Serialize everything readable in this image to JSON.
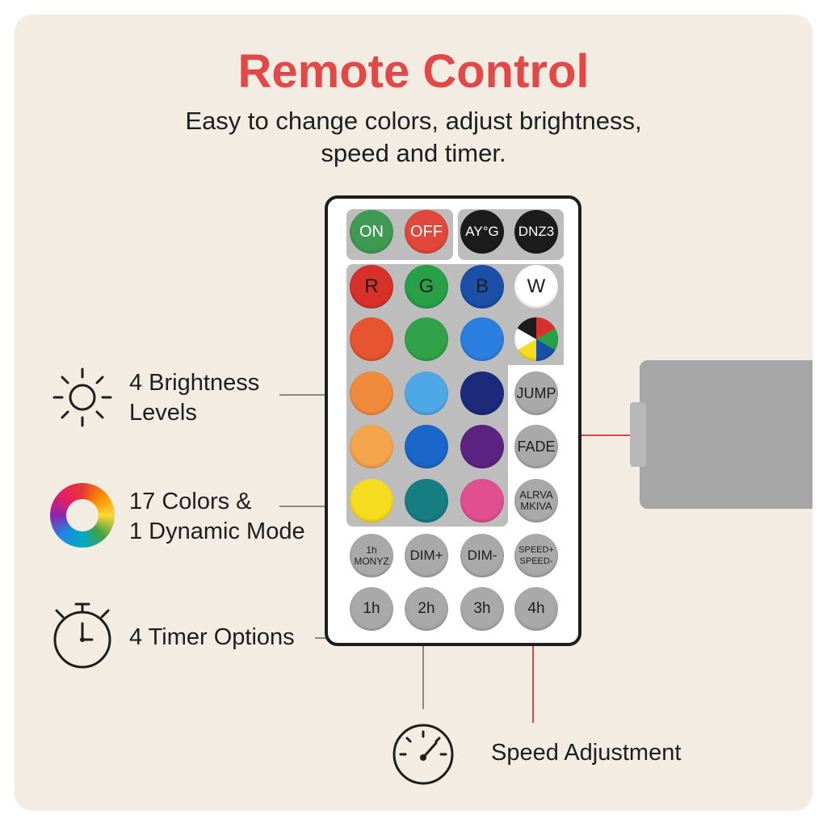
{
  "title": "Remote Control",
  "subtitle": "Easy to change colors, adjust brightness, speed and timer.",
  "features": {
    "brightness": "4 Brightness\nLevels",
    "colors": "17 Colors &\n1 Dynamic Mode",
    "timer": "4 Timer Options",
    "speed": "Speed Adjustment"
  },
  "remote": {
    "power": {
      "on": "ON",
      "off": "OFF"
    },
    "special": [
      "AY°G",
      "DNZ3"
    ],
    "rgbw": [
      "R",
      "G",
      "B",
      "W"
    ],
    "modes": [
      "JUMP",
      "FADE",
      "ALRVA\nMKIVA"
    ],
    "function_row": [
      "1h\nMONYZ",
      "DIM+",
      "DIM-",
      "SPEED+\nSPEED-"
    ],
    "timers": [
      "1h",
      "2h",
      "3h",
      "4h"
    ]
  },
  "colors": {
    "accent": "#e24848",
    "on": "#3f9b53",
    "off": "#e2473b",
    "dark_button": "#1c1c1c",
    "red": "#d8312b",
    "green": "#27a048",
    "blue": "#1b4fa8",
    "white": "#ffffff",
    "row2": [
      "#e6552f",
      "#32a24a",
      "#2b7fe0"
    ],
    "row3": [
      "#ef8a3d",
      "#4fa8e6",
      "#1c2a7c"
    ],
    "row4": [
      "#f4a44a",
      "#1a66c9",
      "#5d2380"
    ],
    "row5": [
      "#f5dc1e",
      "#167d82",
      "#e04f8e"
    ]
  }
}
